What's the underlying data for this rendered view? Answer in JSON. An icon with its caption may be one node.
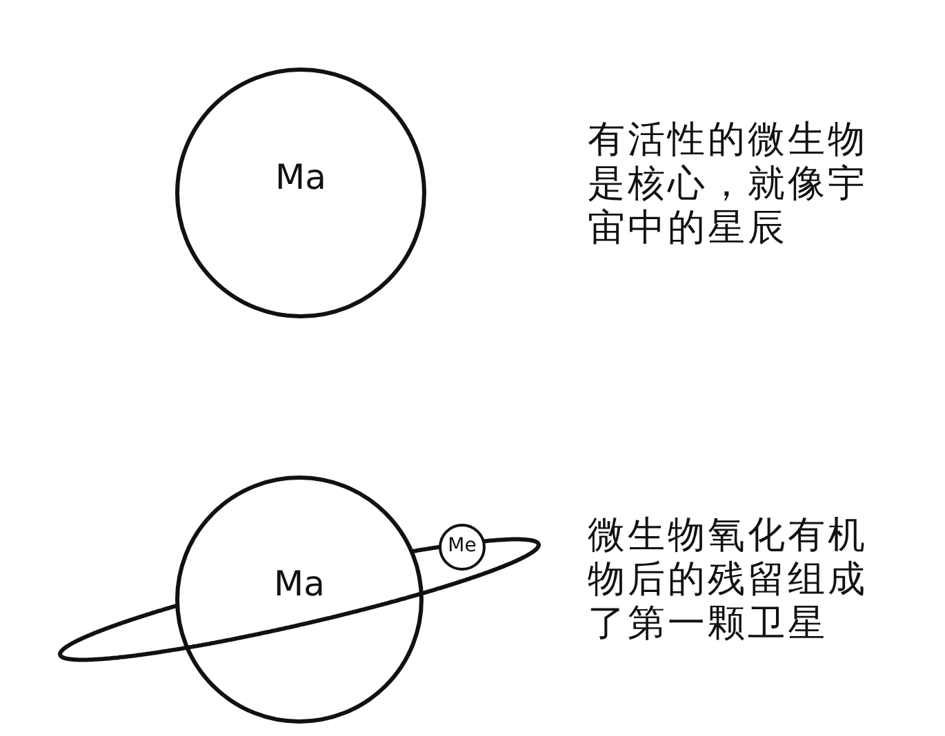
{
  "diagram": {
    "nodes": [
      {
        "text": [
          "Ma"
        ]
      },
      {
        "text": [
          "Ma"
        ]
      },
      {
        "text": [
          "Me"
        ]
      }
    ],
    "labels": [
      "有活性的微生物是核心，就像宇宙中的星辰",
      "微生物氧化有机物后的残留组成了第一颗卫星"
    ]
  }
}
